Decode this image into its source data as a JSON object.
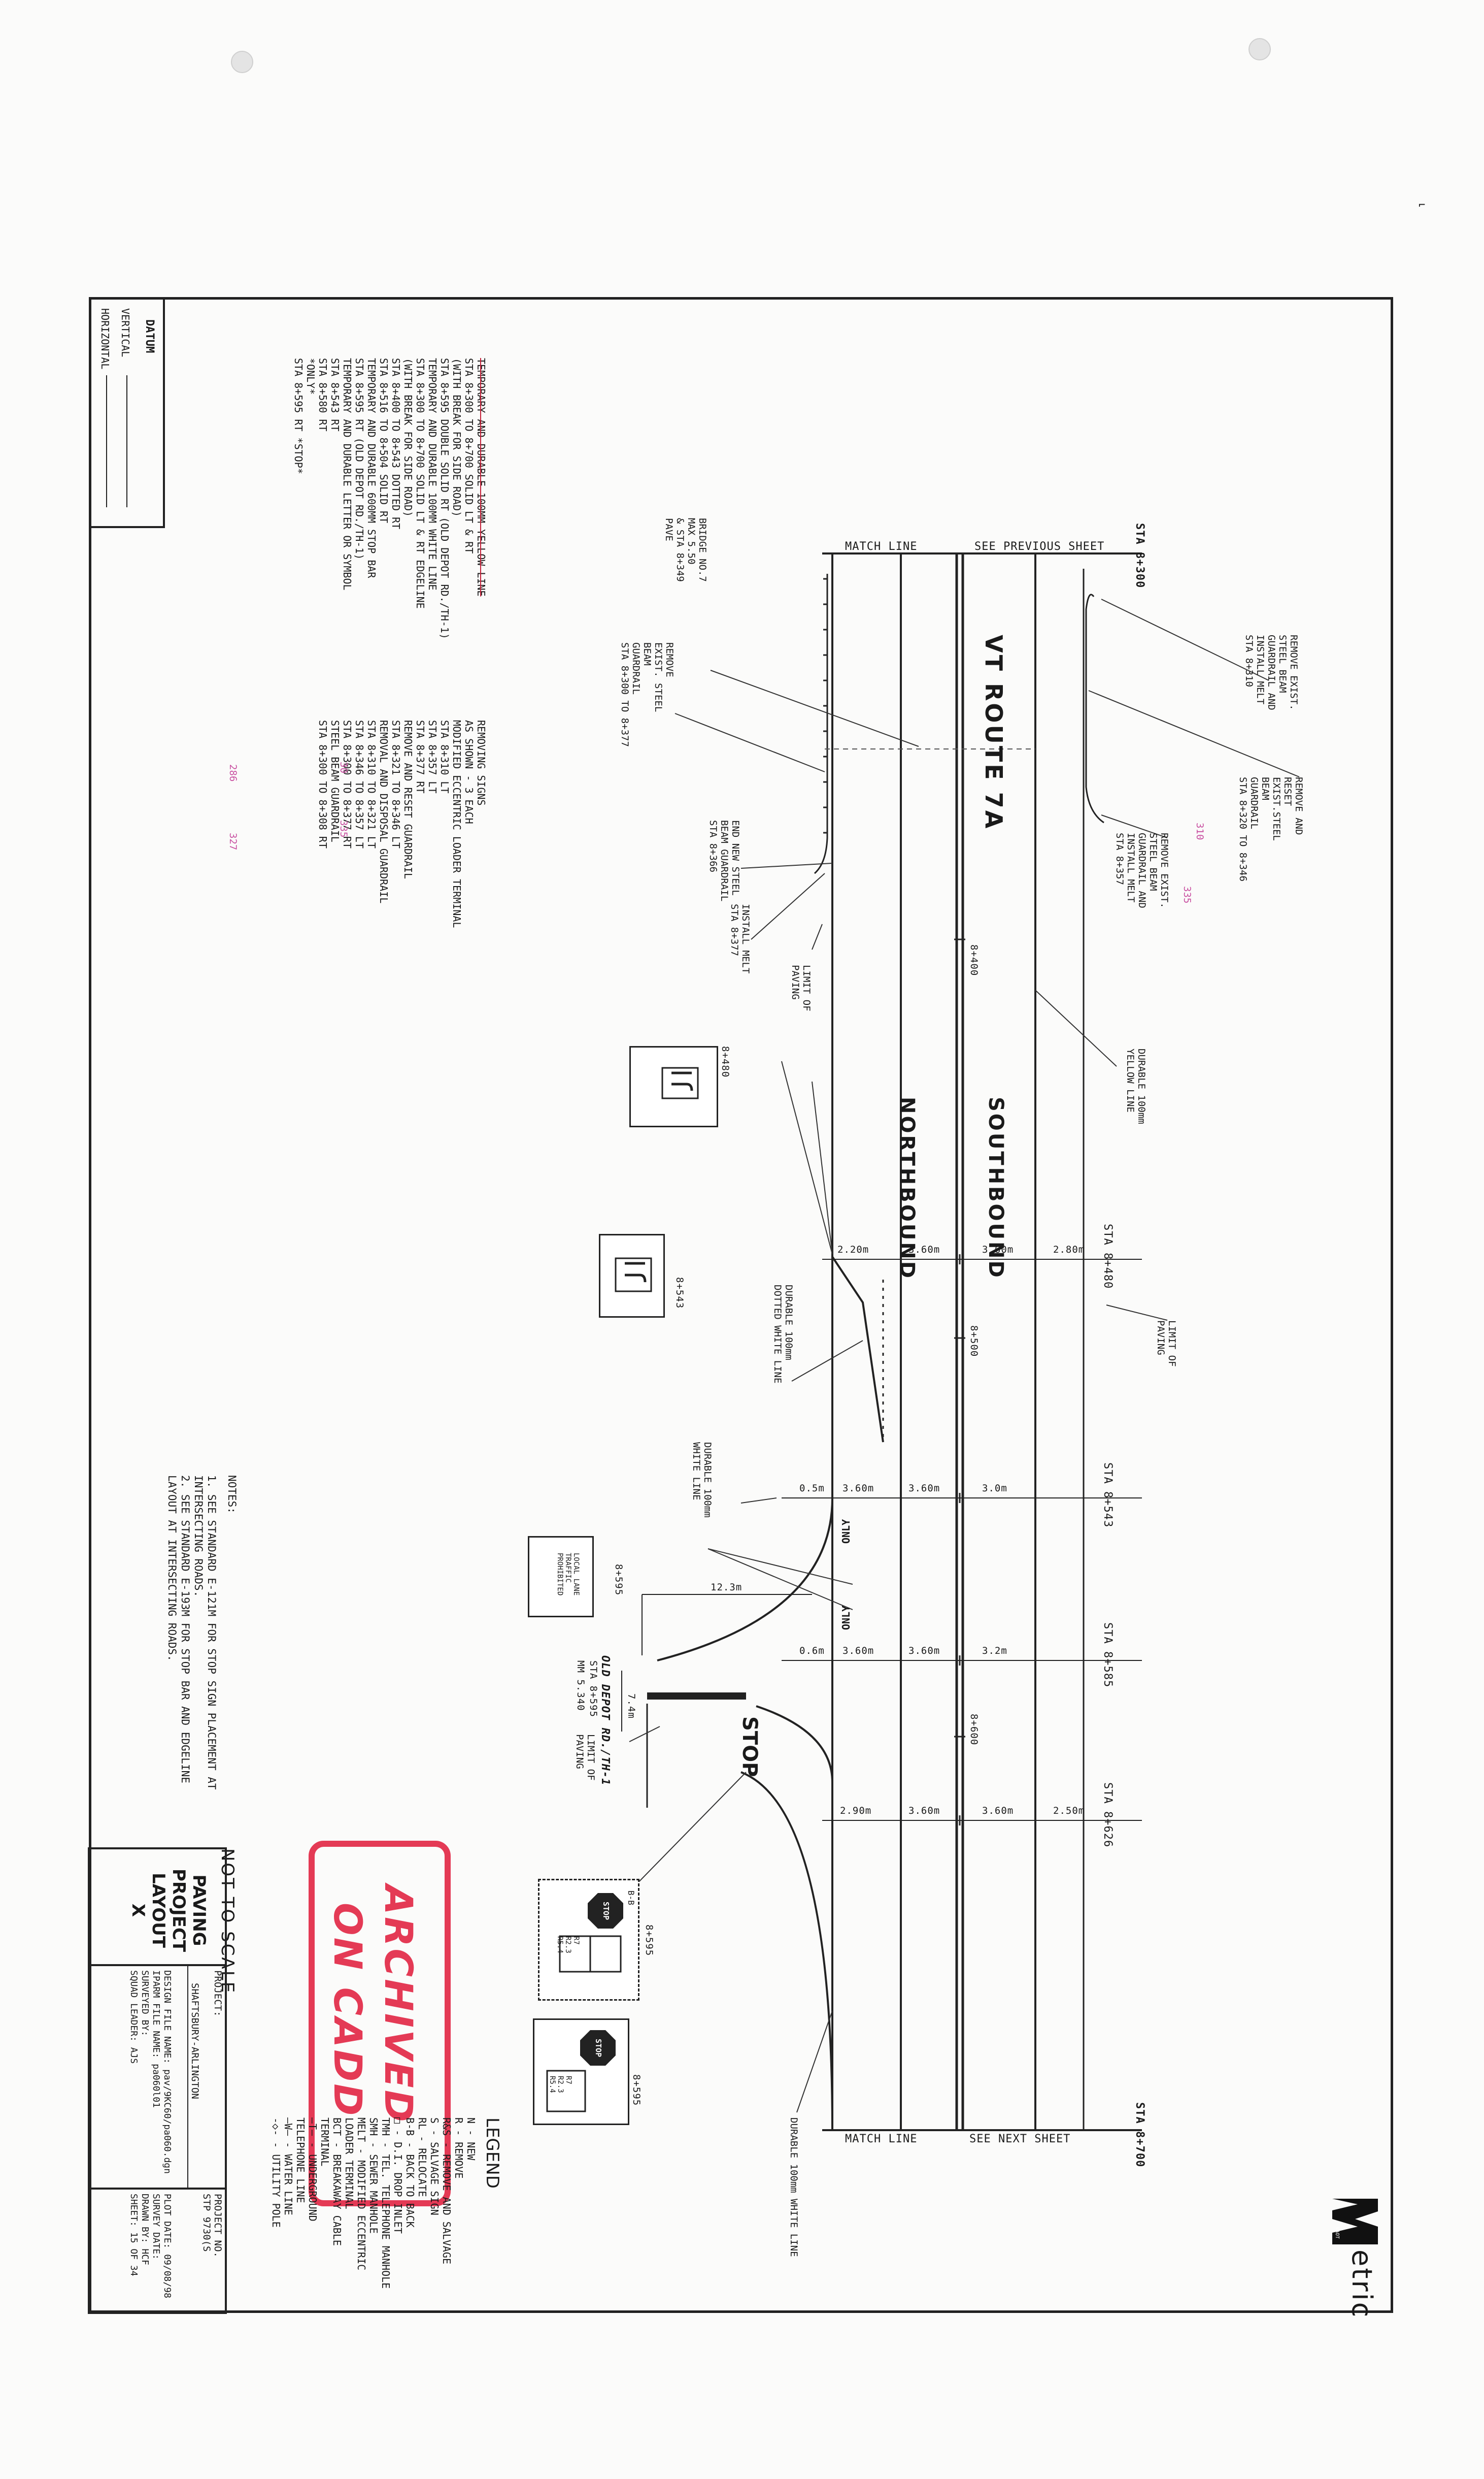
{
  "sheet_meta": {
    "corner_mark": "⌐"
  },
  "datum": {
    "title": "DATUM",
    "vertical": "VERTICAL",
    "horizontal": "HORIZONTAL"
  },
  "notes_striping": [
    "TEMPORARY AND DURABLE 100MM YELLOW LINE",
    "STA 8+300 TO 8+700 SOLID LT & RT",
    "(WITH BREAK FOR SIDE ROAD)",
    "STA 8+595 DOUBLE SOLID RT (OLD DEPOT RD./TH-1)",
    "TEMPORARY AND DURABLE 100MM WHITE LINE",
    "STA 8+300 TO 8+700 SOLID LT & RT EDGELINE",
    "(WITH BREAK FOR SIDE ROAD)",
    "STA 8+400 TO 8+543 DOTTED RT",
    "STA 8+516 TO 8+504 SOLID RT",
    "TEMPORARY AND DURABLE 600MM STOP BAR",
    "STA 8+595 RT (OLD DEPOT RD./TH-1)",
    "TEMPORARY AND DURABLE LETTER OR SYMBOL",
    "STA 8+543 RT",
    "STA 8+580 RT",
    "*ONLY*",
    "STA 8+595 RT *STOP*"
  ],
  "notes_removal": [
    "REMOVING SIGNS",
    "AS SHOWN - 3 EACH",
    "MODIFIED ECCENTRIC LOADER TERMINAL",
    "STA 8+310 LT",
    "STA 8+357 LT",
    "STA 8+377 RT",
    "REMOVE AND RESET GUARDRAIL",
    "STA 8+321 TO 8+346 LT",
    "REMOVAL AND DISPOSAL GUARDRAIL",
    "STA 8+310 TO 8+321 LT",
    "STA 8+346 TO 8+357 LT",
    "STA 8+300 TO 8+377 RT",
    "STEEL BEAM GUARDRAIL",
    "STA 8+300 TO 8+308 RT"
  ],
  "handwritten": {
    "n30": "30",
    "n335": "335",
    "n286": "286",
    "n327": "327",
    "n310": "310",
    "n335b": "335"
  },
  "plan": {
    "route": "VT ROUTE 7A",
    "southbound": "SOUTHBOUND",
    "northbound": "NORTHBOUND",
    "sta_start": "STA 8+300",
    "sta_end": "STA 8+700",
    "match_line": "MATCH LINE",
    "see_prev": "SEE PREVIOUS SHEET",
    "see_next": "SEE NEXT SHEET",
    "stations": [
      "STA 8+480",
      "STA 8+543",
      "STA 8+585",
      "STA 8+626"
    ],
    "chainage": [
      "8+400",
      "8+500",
      "8+600"
    ],
    "widths": {
      "r480": [
        "2.20m",
        "3.60m",
        "3.60m",
        "2.80m"
      ],
      "r543": [
        "0.5m",
        "3.60m",
        "3.60m",
        "3.0m"
      ],
      "r585": [
        "0.6m",
        "3.60m",
        "3.60m",
        "3.2m"
      ],
      "r626": [
        "2.90m",
        "3.60m",
        "3.60m",
        "2.50m"
      ]
    },
    "side_road": "OLD DEPOT RD./TH-1",
    "side_road_sta": "STA 8+595",
    "side_road_mm": "MM 5.340",
    "dim_123": "12.3m",
    "dim_74": "7.4m",
    "stop_word": "STOP",
    "only_word": "ONLY",
    "bridge": [
      "BRIDGE NO.7",
      "MAX 5.50",
      "& STA 8+349",
      "PAVE"
    ],
    "callouts": {
      "remove_exist_lt": [
        "REMOVE EXIST.",
        "STEEL BEAM",
        "GUARDRAIL AND",
        "INSTALL MELT",
        "STA 8+310"
      ],
      "remove_reset": [
        "REMOVE AND",
        "RESET",
        "EXIST.STEEL",
        "BEAM",
        "GUARDRAIL",
        "STA 8+320 TO 8+346"
      ],
      "remove_exist_lt2": [
        "REMOVE EXIST.",
        "STEEL BEAM",
        "GUARDRAIL AND",
        "INSTALL MELT",
        "STA 8+357"
      ],
      "durable_yellow": [
        "DURABLE 100mm",
        "YELLOW LINE"
      ],
      "limit_paving_top": [
        "LIMIT OF",
        "PAVING"
      ],
      "remove_exist_rt": [
        "REMOVE",
        "EXIST. STEEL",
        "BEAM",
        "GUARDRAIL",
        "STA 8+300 TO 8+377"
      ],
      "end_new": [
        "END NEW STEEL",
        "BEAM GUARDRAIL",
        "STA 8+366"
      ],
      "install_melt": [
        "INSTALL MELT",
        "STA 8+377"
      ],
      "limit_paving_rt": [
        "LIMIT OF",
        "PAVING"
      ],
      "durable_dotted": [
        "DURABLE 100mm",
        "DOTTED WHITE LINE"
      ],
      "durable_white": [
        "DURABLE 100mm",
        "WHITE LINE"
      ],
      "limit_paving_road": [
        "LIMIT OF",
        "PAVING"
      ],
      "durable_white_bottom": "DURABLE 100mm WHITE LINE"
    },
    "signs": {
      "s480": "8+480",
      "s543": "8+543",
      "s595a": "8+595",
      "s595b": "8+595",
      "s595c": "8+595",
      "sign_code_a": [
        "R7",
        "R2.3",
        "R5.4"
      ],
      "sign_code_b": [
        "R7",
        "R2.3",
        "R5.4"
      ],
      "bb": "B-B",
      "lbl_n": "N",
      "lbl_r": "R",
      "local_traffic": [
        "LOCAL LANE",
        "TRAFFIC",
        "PROHIBITED"
      ]
    }
  },
  "notes": {
    "title": "NOTES:",
    "items": [
      "1. SEE STANDARD E-121M FOR STOP SIGN PLACEMENT AT",
      "    INTERSECTING ROADS.",
      "2. SEE STANDARD E-193M FOR STOP BAR AND EDGELINE",
      "    LAYOUT AT INTERSECTING ROADS."
    ]
  },
  "not_to_scale": "NOT TO SCALE",
  "stamp": [
    "ARCHIVED",
    "ON CADD"
  ],
  "title_block": {
    "title": [
      "PAVING",
      "PROJECT",
      "LAYOUT",
      "X"
    ],
    "project_lbl": "PROJECT:",
    "project": "SHAFTSBURY-ARLINGTON",
    "design_file": "DESIGN FILE NAME: pav/9KC60/pa060.dgn",
    "plot_file": "IPARM FILE NAME: pa060l01",
    "surveyed": "SURVEYED BY:",
    "squad": "SQUAD LEADER: AJS",
    "project_no_lbl": "PROJECT NO.",
    "project_no": "STP 9730(S",
    "plot_date": "PLOT DATE: 09/08/98",
    "survey_date": "SURVEY DATE:",
    "drawn": "DRAWN BY: HCF",
    "sheet": "SHEET: 15 OF 34"
  },
  "legend": {
    "title": "LEGEND",
    "items": [
      "N   - NEW",
      "R   - REMOVE",
      "R&S - REMOVE AND SALVAGE",
      "S   - SALVAGE SIGN",
      "RL  - RELOCATE",
      "B-B - BACK TO BACK",
      "□   - D.I. DROP INLET",
      "TMH - TEL. TELEPHONE MANHOLE",
      "SMH - SEWER MANHOLE",
      "MELT - MODIFIED ECCENTRIC",
      "       LOADER TERMINAL",
      "BCT - BREAKAWAY CABLE",
      "       TERMINAL",
      "—T— - UNDERGROUND",
      "       TELEPHONE LINE",
      "—W— - WATER LINE",
      "-◇- - UTILITY POLE"
    ]
  },
  "logo": {
    "text": "etric",
    "vaot": "VAOT"
  }
}
